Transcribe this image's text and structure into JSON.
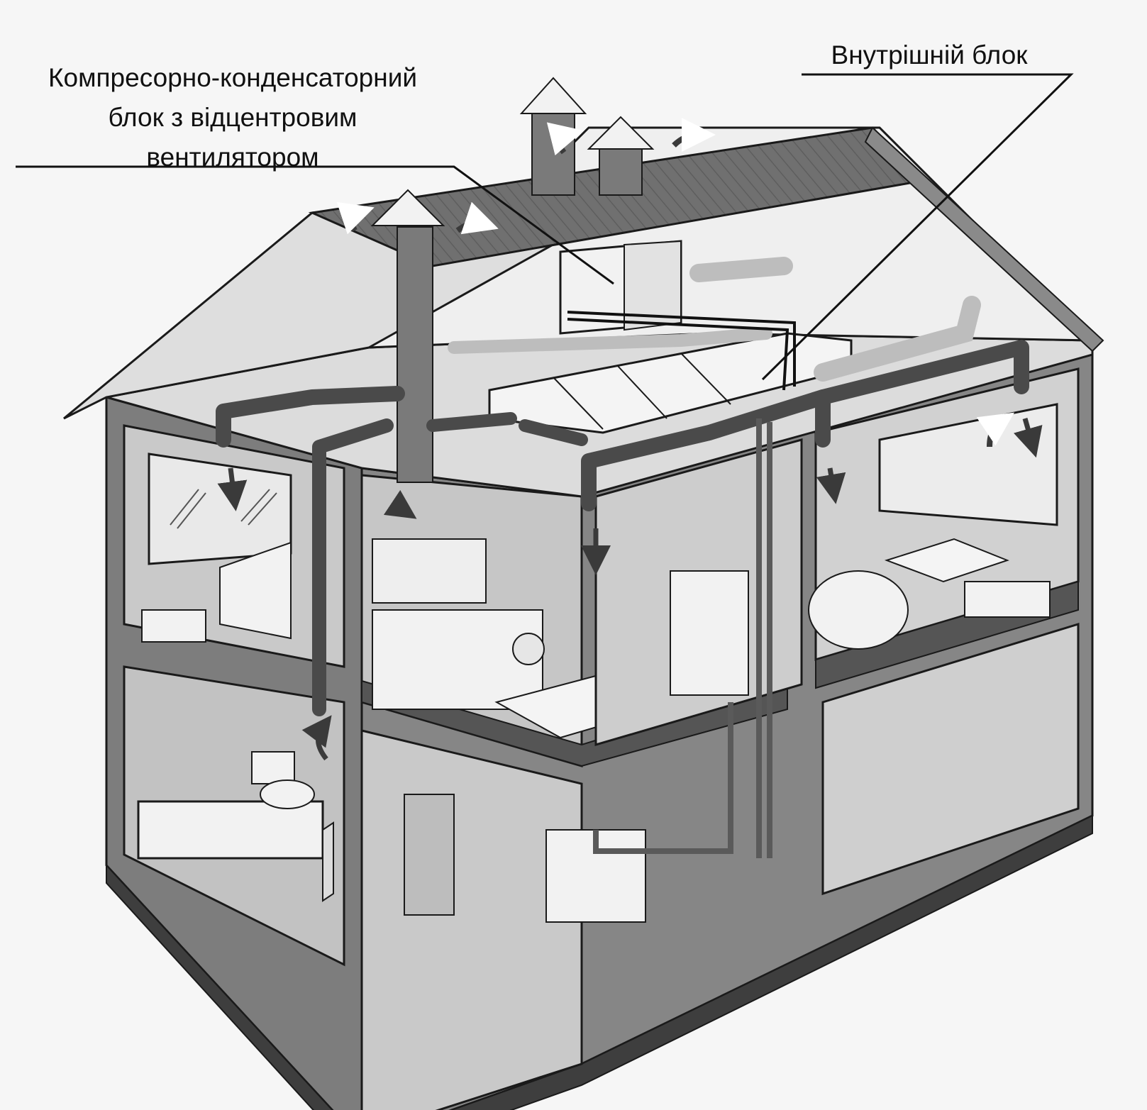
{
  "labels": {
    "condenser_unit": {
      "lines": [
        "Компресорно-конденсаторний",
        "блок з відцентровим",
        "вентилятором"
      ]
    },
    "indoor_unit": {
      "text": "Внутрішній блок"
    }
  },
  "palette": {
    "background": "#f6f6f6",
    "wall": "#7c7c7c",
    "wall_dark": "#5a5a5a",
    "interior": "#cfcfcf",
    "floor": "#555555",
    "duct": "#4a4a4a",
    "roof": "#6c6c6c",
    "outline": "#1a1a1a"
  }
}
